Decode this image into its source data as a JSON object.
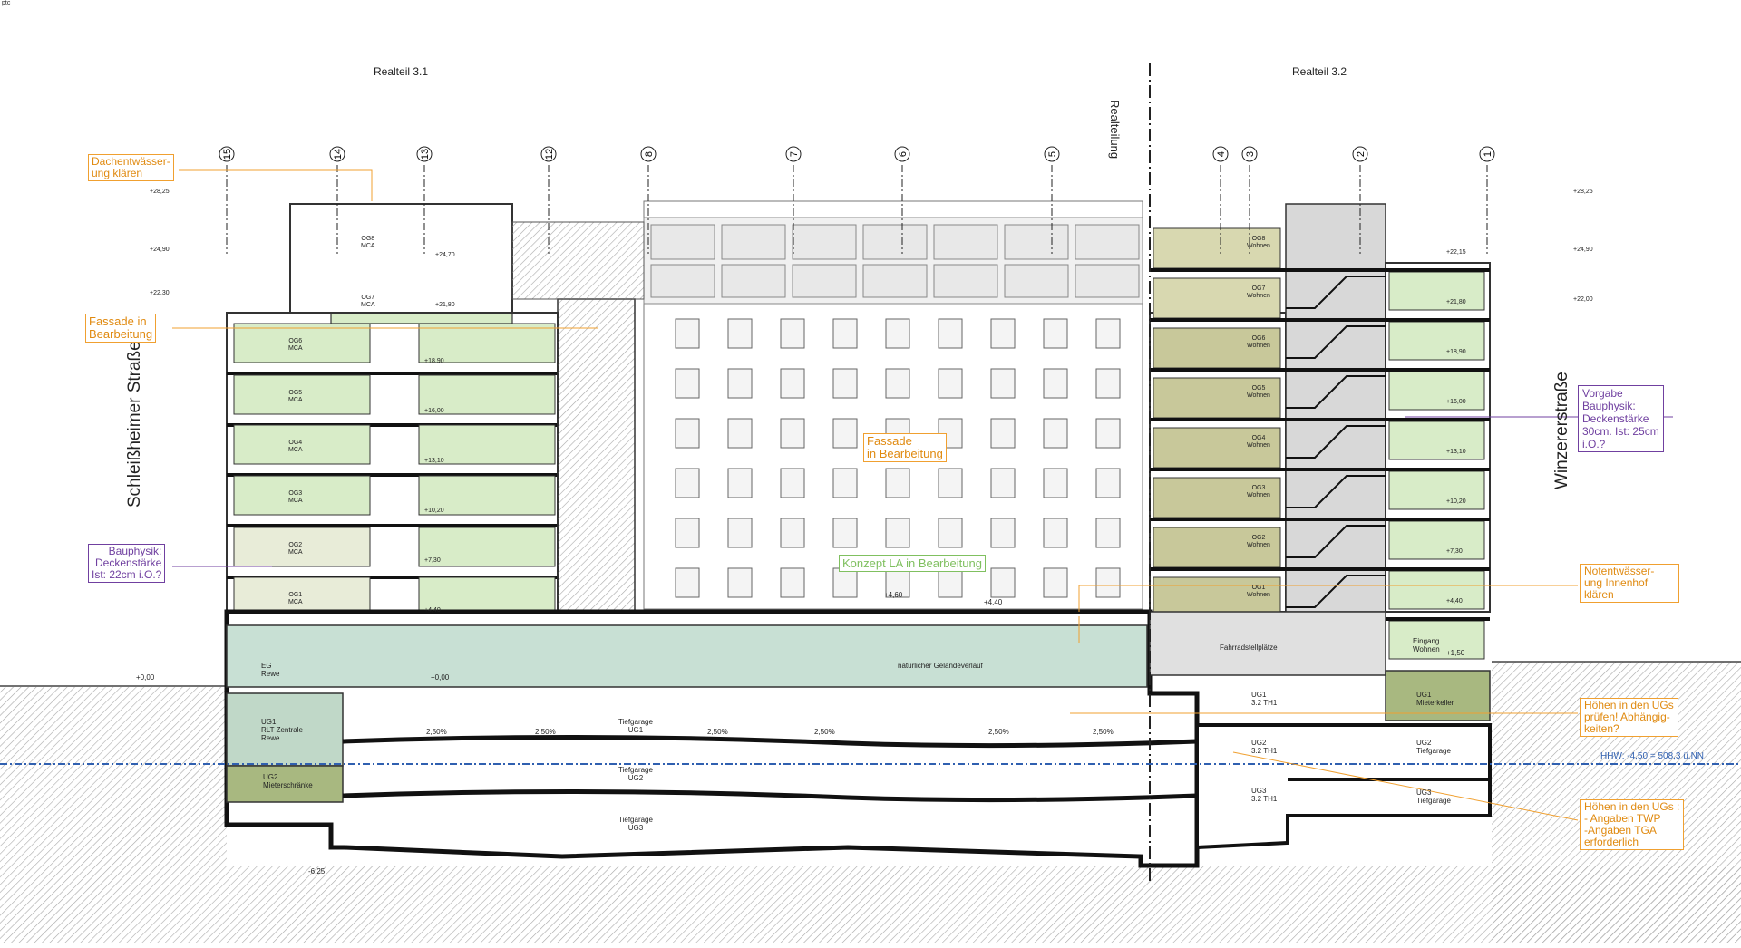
{
  "corner_mark": "ptc",
  "realteile": [
    "Realteil 3.1",
    "Realteil 3.2"
  ],
  "realteilung": "Realteilung",
  "streets": {
    "left": "Schleißheimer Straße",
    "right": "Winzererstraße"
  },
  "axes": [
    "15",
    "14",
    "13",
    "12",
    "8",
    "7",
    "6",
    "5",
    "4",
    "3",
    "2",
    "1"
  ],
  "annotations": {
    "dachentwaesserung": [
      "Dachentwässer-",
      "ung klären"
    ],
    "fassade_left": [
      "Fassade in",
      "Bearbeitung"
    ],
    "fassade_center": [
      "Fassade",
      "in Bearbeitung"
    ],
    "konzept_la": "Konzept LA in Bearbeitung",
    "bauphysik_left": [
      "Bauphysik:",
      "Deckenstärke",
      "Ist: 22cm i.O.?"
    ],
    "bauphysik_right": [
      "Vorgabe",
      "Bauphysik:",
      "Deckenstärke",
      "30cm. Ist: 25cm",
      "i.O.?"
    ],
    "notentwaesserung": [
      "Notentwässer-",
      "ung Innenhof",
      "klären"
    ],
    "hoehen_ug_1": [
      "Höhen in den UGs",
      "prüfen! Abhängig-",
      "keiten?"
    ],
    "hoehen_ug_2": [
      "Höhen in den UGs :",
      "- Angaben TWP",
      "-Angaben TGA",
      "erforderlich"
    ]
  },
  "floors_left": [
    {
      "name": "OG8",
      "use": "MCA"
    },
    {
      "name": "OG7",
      "use": "MCA"
    },
    {
      "name": "OG6",
      "use": "MCA"
    },
    {
      "name": "OG5",
      "use": "MCA"
    },
    {
      "name": "OG4",
      "use": "MCA"
    },
    {
      "name": "OG3",
      "use": "MCA"
    },
    {
      "name": "OG2",
      "use": "MCA"
    },
    {
      "name": "OG1",
      "use": "MCA"
    }
  ],
  "floors_right": [
    {
      "name": "OG8",
      "use": "Wohnen"
    },
    {
      "name": "OG7",
      "use": "Wohnen"
    },
    {
      "name": "OG6",
      "use": "Wohnen"
    },
    {
      "name": "OG5",
      "use": "Wohnen"
    },
    {
      "name": "OG4",
      "use": "Wohnen"
    },
    {
      "name": "OG3",
      "use": "Wohnen"
    },
    {
      "name": "OG2",
      "use": "Wohnen"
    },
    {
      "name": "OG1",
      "use": "Wohnen"
    }
  ],
  "level_marks_left": [
    "+24,70",
    "+21,80",
    "+18,90",
    "+16,00",
    "+13,10",
    "+10,20",
    "+7,30",
    "+4,40"
  ],
  "level_marks_right": [
    "+22,15",
    "+21,80",
    "+18,90",
    "+16,00",
    "+13,10",
    "+10,20",
    "+7,30",
    "+4,40"
  ],
  "outer_levels": [
    "+28,25",
    "+24,90",
    "+22,30",
    "+22,00",
    "+28,25",
    "+24,90"
  ],
  "ground_rooms": {
    "eg": [
      "EG",
      "Rewe"
    ],
    "gelaende": "natürlicher Geländeverlauf",
    "ug1_left": [
      "UG1",
      "RLT Zentrale",
      "Rewe"
    ],
    "ug2_left": [
      "UG2",
      "Mieterschränke"
    ],
    "tg1": [
      "Tiefgarage",
      "UG1"
    ],
    "tg2": [
      "Tiefgarage",
      "UG2"
    ],
    "tg3": [
      "Tiefgarage",
      "UG3"
    ],
    "fahrrad": "Fahrradstellplätze",
    "eingang": [
      "Eingang",
      "Wohnen"
    ],
    "ug1_th": [
      "UG1",
      "3.2 TH1"
    ],
    "ug2_th": [
      "UG2",
      "3.2 TH1"
    ],
    "ug3_th": [
      "UG3",
      "3.2 TH1"
    ],
    "mieterkeller": [
      "UG1",
      "Mieterkeller"
    ],
    "ug2_tg": [
      "UG2",
      "Tiefgarage"
    ],
    "ug3_tg": [
      "UG3",
      "Tiefgarage"
    ]
  },
  "slopes": [
    "2,50%",
    "2,50%",
    "2,50%",
    "2,50%",
    "2,50%",
    "2,50%"
  ],
  "ground_levels": {
    "left": "+0,00",
    "eg": "+0,00",
    "right": "+1,50",
    "hof": "+4,60",
    "hof2": "+4,40",
    "bottom": "-6,25"
  },
  "hhw": "HHW: -4,50 = 508,3 ü.NN",
  "colors": {
    "mca": "#d8ecc8",
    "mca_light": "#e8ecd8",
    "wohnen": "#c8c89a",
    "wohnen_light": "#d8d8b0",
    "retail": "#c8e0d4",
    "ug_green": "#c0d8c8",
    "ug_olive": "#a8b880",
    "annotation_orange": "#f0a030",
    "annotation_purple": "#7040a0",
    "konzept_green": "#80c060",
    "hhw_blue": "#3060b0",
    "hatch": "#b0b0b0"
  }
}
